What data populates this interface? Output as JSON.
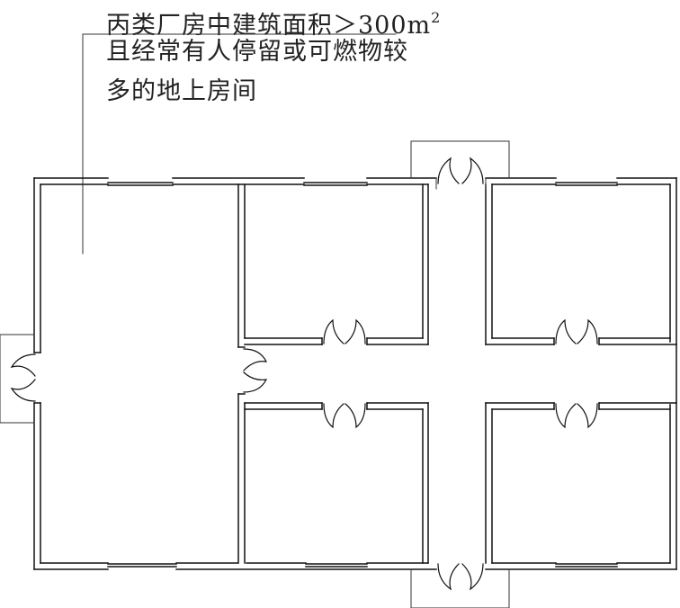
{
  "annotation": {
    "line1_main": "丙类厂房中建筑面积＞300m",
    "line1_sup": "2",
    "line2": "且经常有人停留或可燃物较",
    "line3": "多的地上房间"
  },
  "colors": {
    "wall": "#111111",
    "thin_line": "#333333",
    "background": "#ffffff"
  }
}
